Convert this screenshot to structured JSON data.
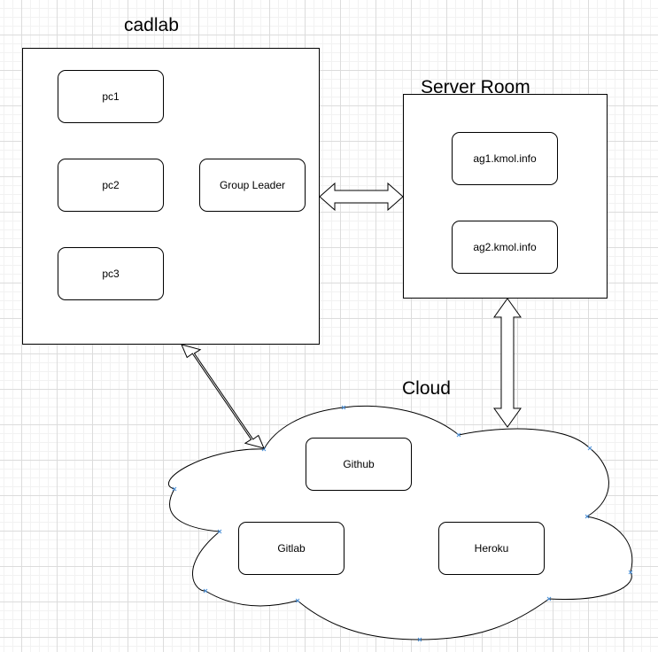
{
  "groups": {
    "cadlab": {
      "title": "cadlab",
      "nodes": [
        "pc1",
        "pc2",
        "pc3",
        "Group Leader"
      ]
    },
    "server_room": {
      "title": "Server Room",
      "nodes": [
        "ag1.kmol.info",
        "ag2.kmol.info"
      ]
    },
    "cloud": {
      "title": "Cloud",
      "nodes": [
        "Github",
        "Gitlab",
        "Heroku"
      ]
    }
  },
  "connections": [
    {
      "from": "cadlab",
      "to": "Server Room",
      "type": "bidirectional"
    },
    {
      "from": "cadlab",
      "to": "Cloud",
      "type": "bidirectional"
    },
    {
      "from": "Server Room",
      "to": "Cloud",
      "type": "bidirectional"
    }
  ],
  "colors": {
    "stroke": "#000000",
    "fill": "#ffffff",
    "cloud_handle": "#4a90d9",
    "grid": "#dcdcdc"
  }
}
